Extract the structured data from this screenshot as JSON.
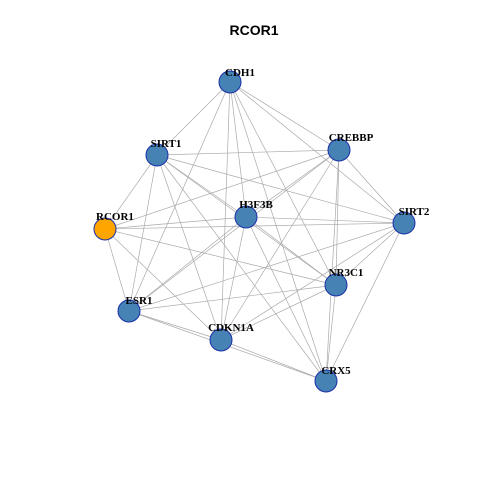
{
  "title": "RCOR1",
  "colors": {
    "node_default": "#4682b4",
    "node_highlight": "#ffa500",
    "node_border": "#1a2fa8",
    "edge": "#aaaaaa"
  },
  "nodes": [
    {
      "id": "CDH1",
      "label": "CDH1",
      "highlight": false
    },
    {
      "id": "SIRT1",
      "label": "SIRT1",
      "highlight": false
    },
    {
      "id": "CREBBP",
      "label": "CREBBP",
      "highlight": false
    },
    {
      "id": "H3F3B",
      "label": "H3F3B",
      "highlight": false
    },
    {
      "id": "RCOR1",
      "label": "RCOR1",
      "highlight": true
    },
    {
      "id": "SIRT2",
      "label": "SIRT2",
      "highlight": false
    },
    {
      "id": "NR3C1",
      "label": "NR3C1",
      "highlight": false
    },
    {
      "id": "ESR1",
      "label": "ESR1",
      "highlight": false
    },
    {
      "id": "CDKN1A",
      "label": "CDKN1A",
      "highlight": false
    },
    {
      "id": "CRX5",
      "label": "CRX5",
      "highlight": false
    }
  ],
  "edges": [
    [
      "CDH1",
      "SIRT1"
    ],
    [
      "CDH1",
      "CREBBP"
    ],
    [
      "CDH1",
      "H3F3B"
    ],
    [
      "CDH1",
      "SIRT2"
    ],
    [
      "CDH1",
      "NR3C1"
    ],
    [
      "CDH1",
      "ESR1"
    ],
    [
      "CDH1",
      "CDKN1A"
    ],
    [
      "CDH1",
      "CRX5"
    ],
    [
      "SIRT1",
      "CREBBP"
    ],
    [
      "SIRT1",
      "H3F3B"
    ],
    [
      "SIRT1",
      "RCOR1"
    ],
    [
      "SIRT1",
      "SIRT2"
    ],
    [
      "SIRT1",
      "NR3C1"
    ],
    [
      "SIRT1",
      "ESR1"
    ],
    [
      "SIRT1",
      "CDKN1A"
    ],
    [
      "SIRT1",
      "CRX5"
    ],
    [
      "CREBBP",
      "H3F3B"
    ],
    [
      "CREBBP",
      "RCOR1"
    ],
    [
      "CREBBP",
      "SIRT2"
    ],
    [
      "CREBBP",
      "NR3C1"
    ],
    [
      "CREBBP",
      "ESR1"
    ],
    [
      "CREBBP",
      "CDKN1A"
    ],
    [
      "CREBBP",
      "CRX5"
    ],
    [
      "H3F3B",
      "RCOR1"
    ],
    [
      "H3F3B",
      "SIRT2"
    ],
    [
      "H3F3B",
      "NR3C1"
    ],
    [
      "H3F3B",
      "ESR1"
    ],
    [
      "H3F3B",
      "CDKN1A"
    ],
    [
      "H3F3B",
      "CRX5"
    ],
    [
      "RCOR1",
      "SIRT2"
    ],
    [
      "RCOR1",
      "NR3C1"
    ],
    [
      "RCOR1",
      "ESR1"
    ],
    [
      "RCOR1",
      "CDKN1A"
    ],
    [
      "SIRT2",
      "NR3C1"
    ],
    [
      "SIRT2",
      "ESR1"
    ],
    [
      "SIRT2",
      "CDKN1A"
    ],
    [
      "SIRT2",
      "CRX5"
    ],
    [
      "NR3C1",
      "ESR1"
    ],
    [
      "NR3C1",
      "CDKN1A"
    ],
    [
      "NR3C1",
      "CRX5"
    ],
    [
      "ESR1",
      "CDKN1A"
    ],
    [
      "ESR1",
      "CRX5"
    ],
    [
      "CDKN1A",
      "CRX5"
    ]
  ]
}
